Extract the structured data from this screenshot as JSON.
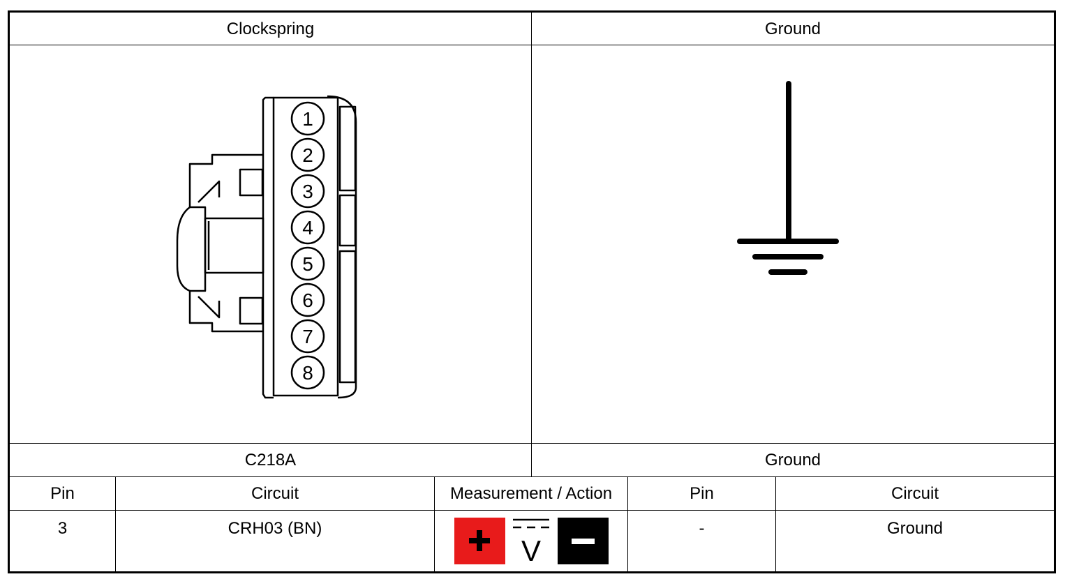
{
  "top_headers": {
    "left": "Clockspring",
    "right": "Ground"
  },
  "connector": {
    "pins": [
      "1",
      "2",
      "3",
      "4",
      "5",
      "6",
      "7",
      "8"
    ]
  },
  "bottom_headers": {
    "left": "C218A",
    "right": "Ground"
  },
  "table": {
    "columns": [
      "Pin",
      "Circuit",
      "Measurement / Action",
      "Pin",
      "Circuit"
    ],
    "row": {
      "pin_a": "3",
      "circuit_a": "CRH03 (BN)",
      "pin_b": "-",
      "circuit_b": "Ground"
    }
  },
  "meter": {
    "plus_color": "#e81b1b",
    "minus_color": "#000000",
    "volt_symbol": "V",
    "plus_glyph": "+",
    "minus_glyph": "−"
  }
}
